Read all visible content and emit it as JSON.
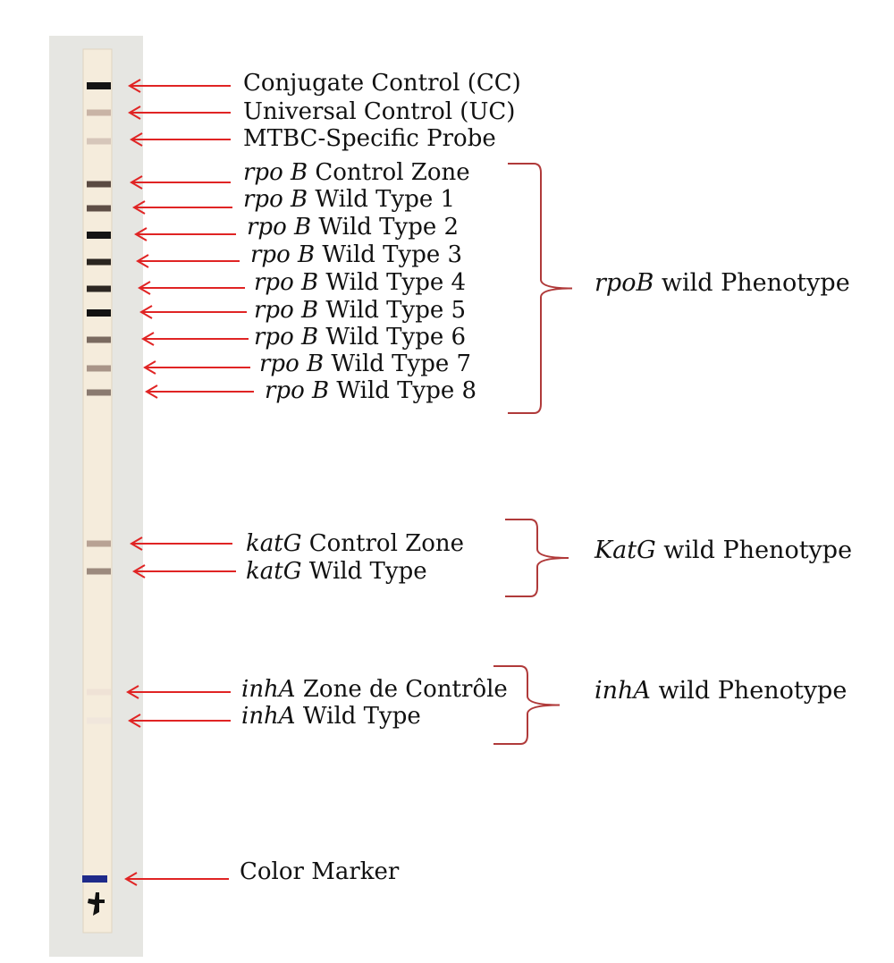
{
  "strip": {
    "bands": [
      {
        "id": "cc",
        "color": "#141414"
      },
      {
        "id": "uc",
        "color": "#c9b4a6"
      },
      {
        "id": "mtbc",
        "color": "#d6c6ba"
      },
      {
        "id": "rpoc",
        "color": "#5a4a42"
      },
      {
        "id": "wt1",
        "color": "#5e4e46"
      },
      {
        "id": "wt2",
        "color": "#151515"
      },
      {
        "id": "wt3",
        "color": "#2a2520"
      },
      {
        "id": "wt4",
        "color": "#2c2622"
      },
      {
        "id": "wt5",
        "color": "#121212"
      },
      {
        "id": "wt6",
        "color": "#7a6a60"
      },
      {
        "id": "wt7",
        "color": "#a89488"
      },
      {
        "id": "wt8",
        "color": "#8a7a70"
      },
      {
        "id": "katc",
        "color": "#b8a294"
      },
      {
        "id": "katw",
        "color": "#9c8a7e"
      },
      {
        "id": "inhc",
        "color": "#efe2d6"
      },
      {
        "id": "inhw",
        "color": "#f0e6dc"
      },
      {
        "id": "marker",
        "color": "#1f2a8a"
      }
    ]
  },
  "labels": {
    "cc": "Conjugate Control (CC)",
    "uc": "Universal Control (UC)",
    "mtbc": "MTBC-Specific Probe",
    "rpob_italic": "rpo B",
    "rpob_control": " Control Zone",
    "wt1": " Wild Type 1",
    "wt2": " Wild Type 2",
    "wt3": " Wild Type 3",
    "wt4": " Wild Type 4",
    "wt5": " Wild Type 5",
    "wt6": " Wild Type 6",
    "wt7": " Wild Type 7",
    "wt8": " Wild Type 8",
    "katg_italic": "katG",
    "katg_control": " Control Zone",
    "katg_wt": " Wild Type",
    "inha_italic": "inhA",
    "inha_control": " Zone de Contrôle",
    "inha_wt": " Wild Type",
    "marker": "Color Marker"
  },
  "groups": {
    "rpob_italic": "rpoB",
    "rpob_rest": " wild Phenotype",
    "katg_italic": "KatG",
    "katg_rest": " wild Phenotype",
    "inha_italic": "inhA",
    "inha_rest": " wild Phenotype"
  },
  "colors": {
    "arrow": "#e02424",
    "bracket": "#b03a3a"
  }
}
